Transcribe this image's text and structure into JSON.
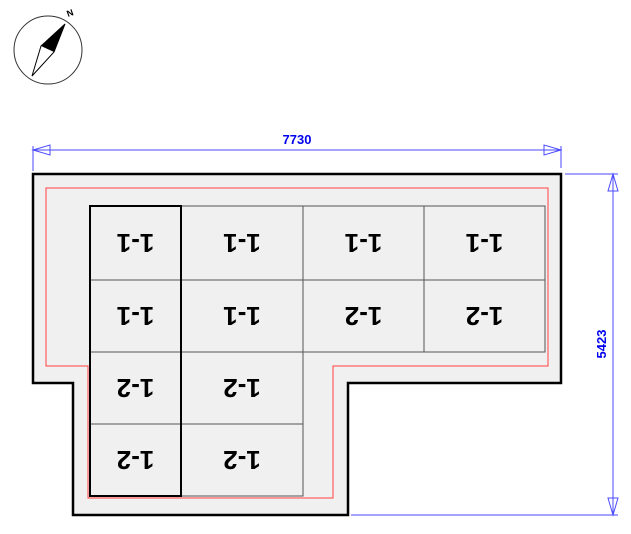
{
  "compass": {
    "north_label": "N"
  },
  "dimensions": {
    "width": "7730",
    "height": "5423"
  },
  "colors": {
    "dimension": "#4a4aff",
    "setback": "#ff4040",
    "roof_fill": "#f0f0f0",
    "outline": "#000000"
  },
  "panels": [
    {
      "row": 0,
      "col": 0,
      "label": "1-1",
      "group_highlight": true
    },
    {
      "row": 0,
      "col": 1,
      "label": "1-1"
    },
    {
      "row": 0,
      "col": 2,
      "label": "1-1"
    },
    {
      "row": 0,
      "col": 3,
      "label": "1-1"
    },
    {
      "row": 1,
      "col": 0,
      "label": "1-1",
      "group_highlight": true
    },
    {
      "row": 1,
      "col": 1,
      "label": "1-1"
    },
    {
      "row": 1,
      "col": 2,
      "label": "1-2"
    },
    {
      "row": 1,
      "col": 3,
      "label": "1-2"
    },
    {
      "row": 2,
      "col": 0,
      "label": "1-2",
      "group_highlight": true
    },
    {
      "row": 2,
      "col": 1,
      "label": "1-2"
    },
    {
      "row": 3,
      "col": 0,
      "label": "1-2",
      "group_highlight": true
    },
    {
      "row": 3,
      "col": 1,
      "label": "1-2"
    }
  ]
}
